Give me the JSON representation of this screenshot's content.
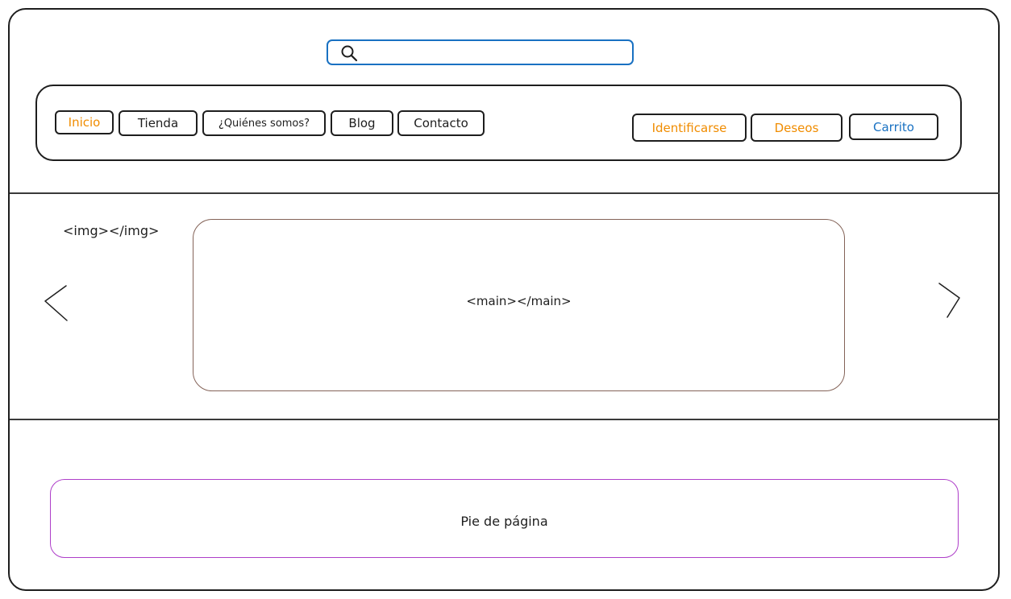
{
  "search": {
    "placeholder": "",
    "value": "",
    "icon": "search-icon"
  },
  "nav": {
    "left_items": [
      {
        "label": "Inicio",
        "color": "#f08c00"
      },
      {
        "label": "Tienda",
        "color": "#1e1e1e"
      },
      {
        "label": "¿Quiénes somos?",
        "color": "#1e1e1e"
      },
      {
        "label": "Blog",
        "color": "#1e1e1e"
      },
      {
        "label": "Contacto",
        "color": "#1e1e1e"
      }
    ],
    "right_items": [
      {
        "label": "Identificarse",
        "color": "#f08c00"
      },
      {
        "label": "Deseos",
        "color": "#f08c00"
      },
      {
        "label": "Carrito",
        "color": "#1971c2"
      }
    ]
  },
  "carousel": {
    "img_label": "<img></img>",
    "main_label": "<main></main>",
    "prev_icon": "chevron-left-icon",
    "next_icon": "chevron-right-icon"
  },
  "footer": {
    "label": "Pie de página"
  },
  "colors": {
    "stroke": "#1e1e1e",
    "search_border": "#1971c2",
    "main_border": "#846358",
    "footer_border": "#ae3ec9",
    "accent_orange": "#f08c00",
    "accent_blue": "#1971c2"
  }
}
